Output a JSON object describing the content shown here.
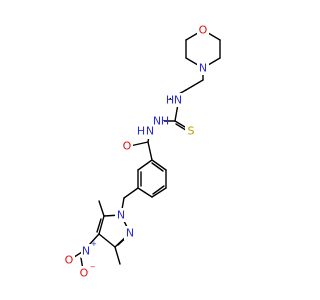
{
  "molecule": {
    "colors": {
      "bond": "#000000",
      "N": "#2b2bd6",
      "O": "#e01010",
      "S": "#b9a000"
    },
    "labels": {
      "morpholine_o": "O",
      "morpholine_n": "N",
      "amine_n": "N",
      "amine_h": "H",
      "hydrazine_n1": "N",
      "hydrazine_h1": "H",
      "hydrazine_n2": "N",
      "hydrazine_h2": "H",
      "thione_s": "S",
      "carbonyl_o": "O",
      "pyrazole_n1": "N",
      "pyrazole_n2": "N",
      "nitro_n": "N",
      "nitro_o1": "O",
      "nitro_o2": "O",
      "nitro_n_charge": "+",
      "nitro_o_charge": "−"
    }
  }
}
